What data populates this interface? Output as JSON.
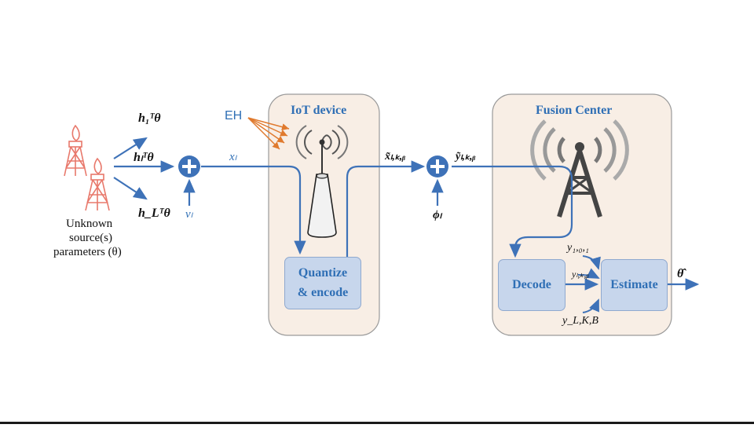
{
  "source": {
    "caption_line1": "Unknown",
    "caption_line2": "source(s)",
    "caption_line3": "parameters (θ)"
  },
  "projections": {
    "top": "h₁ᵀθ",
    "middle": "hₗᵀθ",
    "bottom": "h_Lᵀθ"
  },
  "signals": {
    "noise_in": "vₗ",
    "sensor_out": "xₗ",
    "tx_out": "x̃ₗ,ₖ,ᵦ",
    "channel_noise": "ϕₗ",
    "rx_in": "ỹₗ,ₖ,ᵦ"
  },
  "eh_label": "EH",
  "iot_device": {
    "title": "IoT device",
    "block_line1": "Quantize",
    "block_line2": "& encode"
  },
  "fusion_center": {
    "title": "Fusion Center",
    "decode_label": "Decode",
    "estimate_label": "Estimate",
    "input_top": "y₁,₀,₁",
    "input_mid": "yₗ,ₖ,ᵦ",
    "input_bottom": "y_L,K,B"
  },
  "output_label": "θ̂",
  "colors": {
    "arrow_blue": "#3e72b8",
    "box_fill": "#c7d6ec",
    "panel_fill": "#f8eee5",
    "source_red": "#e8786b",
    "eh_orange": "#e07a2e",
    "tower_gray": "#444444"
  }
}
